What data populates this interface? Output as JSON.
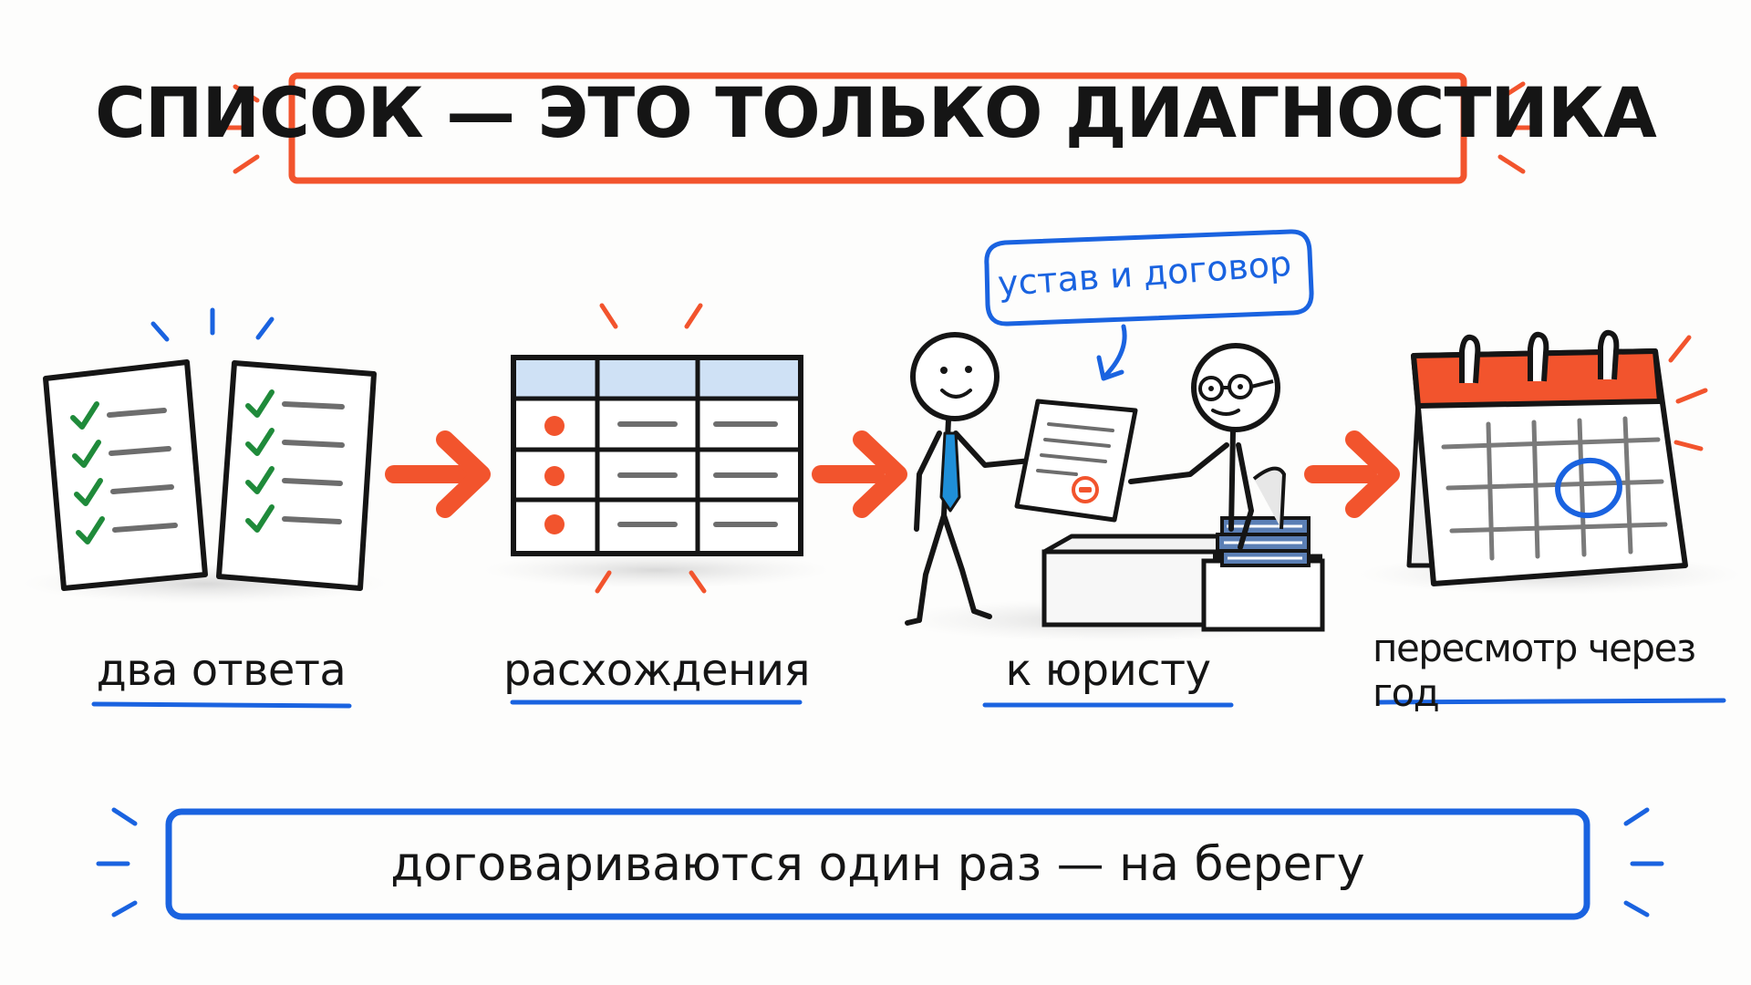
{
  "title": "СПИСОК — ЭТО ТОЛЬКО ДИАГНОСТИКА",
  "steps": [
    {
      "label": "два ответа",
      "icon": "two-checklists-icon"
    },
    {
      "label": "расхождения",
      "icon": "table-discrepancies-icon"
    },
    {
      "label": "к юристу",
      "icon": "lawyer-meeting-icon"
    },
    {
      "label": "пересмотр через год",
      "icon": "calendar-icon"
    }
  ],
  "note": "устав и договор",
  "banner": "договариваются один раз — на берегу",
  "colors": {
    "accent_orange": "#f2542d",
    "accent_blue": "#1a63e0",
    "check_green": "#1f8a3a",
    "ink": "#151515"
  }
}
